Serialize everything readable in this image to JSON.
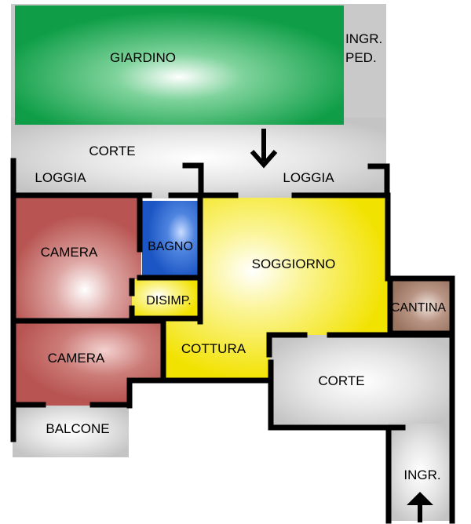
{
  "plan": {
    "rooms": {
      "giardino": "GIARDINO",
      "ingr_ped_1": "INGR.",
      "ingr_ped_2": "PED.",
      "corte_top": "CORTE",
      "loggia_left": "LOGGIA",
      "loggia_right": "LOGGIA",
      "camera_top": "CAMERA",
      "bagno": "BAGNO",
      "soggiorno": "SOGGIORNO",
      "disimp": "DISIMP.",
      "cantina": "CANTINA",
      "camera_bottom": "CAMERA",
      "cottura": "COTTURA",
      "corte_bottom": "CORTE",
      "balcone": "BALCONE",
      "ingr": "INGR."
    },
    "colors": {
      "garden": "#0f9e47",
      "pavement": "#c9c9c9",
      "bedroom": "#c0605c",
      "bathroom": "#1f5fc9",
      "living": "#f2e200",
      "cellar": "#9a7460",
      "wall": "#000000"
    }
  }
}
